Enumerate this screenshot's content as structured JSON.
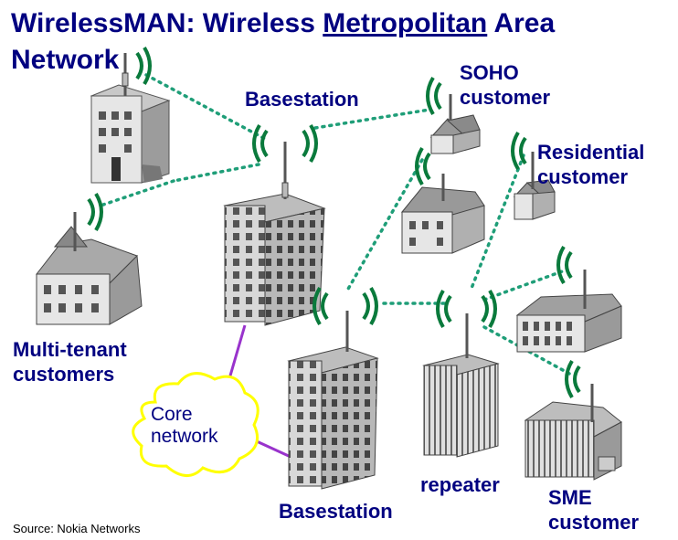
{
  "title": {
    "prefix": "WirelessMAN: Wireless ",
    "underlined": "Metropolitan",
    "suffix": " Area Network"
  },
  "labels": {
    "basestation_top": "Basestation",
    "basestation_bottom": "Basestation",
    "soho": "SOHO customer",
    "residential": "Residential customer",
    "multi_tenant": "Multi-tenant customers",
    "core_network": "Core network",
    "repeater": "repeater",
    "sme": "SME customer"
  },
  "source": "Source: Nokia Networks",
  "colors": {
    "text": "#000080",
    "link": "#1f9e78",
    "wired_link": "#9933cc",
    "cloud_fill": "#ffffff",
    "cloud_stroke": "#ffff00",
    "wave": "#0a7a3c"
  }
}
